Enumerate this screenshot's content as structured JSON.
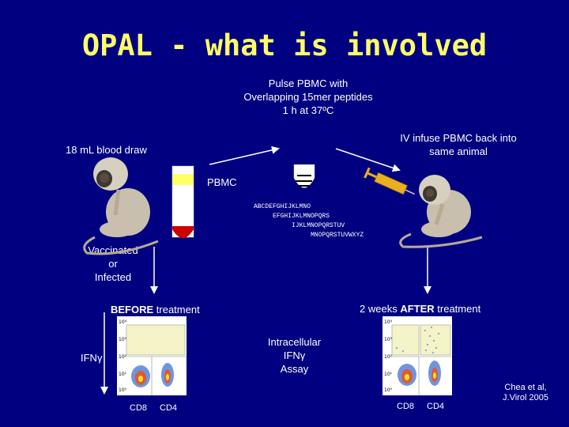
{
  "slide": {
    "title": "OPAL - what is involved",
    "pulse_line1": "Pulse PBMC with",
    "pulse_line2": "Overlapping 15mer peptides",
    "pulse_line3": "1 h at 37ºC",
    "blood_draw": "18 mL blood draw",
    "infuse_line1": "IV infuse PBMC back into",
    "infuse_line2": "same animal",
    "pbmc": "PBMC",
    "peptide_1": "ABCDEFGHIJKLMNO",
    "peptide_2": "EFGHIJKLMNOPQRS",
    "peptide_3": "IJKLMNOPQRSTUV",
    "peptide_4": "MNOPQRSTUVWXYZ",
    "status_1": "Vaccinated",
    "status_2": "or",
    "status_3": "Infected",
    "before_bold": "BEFORE",
    "before_rest": " treatment",
    "after_prefix": "2 weeks ",
    "after_bold": "AFTER",
    "after_rest": " treatment",
    "assay_1": "Intracellular",
    "assay_2": "IFNγ",
    "assay_3": "Assay",
    "ifn_label": "IFNγ",
    "cd8_left": "CD8",
    "cd4_left": "CD4",
    "cd8_right": "CD8",
    "cd4_right": "CD4",
    "ref_1": "Chea et al,",
    "ref_2": "J.Virol 2005",
    "ticks": [
      "10⁴",
      "10³",
      "10²",
      "10¹",
      "10⁰"
    ]
  },
  "colors": {
    "background": "#000080",
    "title": "#ffff66",
    "plasma": "#ffff66",
    "blood": "#cc0000",
    "syringe": "#e8b020"
  }
}
